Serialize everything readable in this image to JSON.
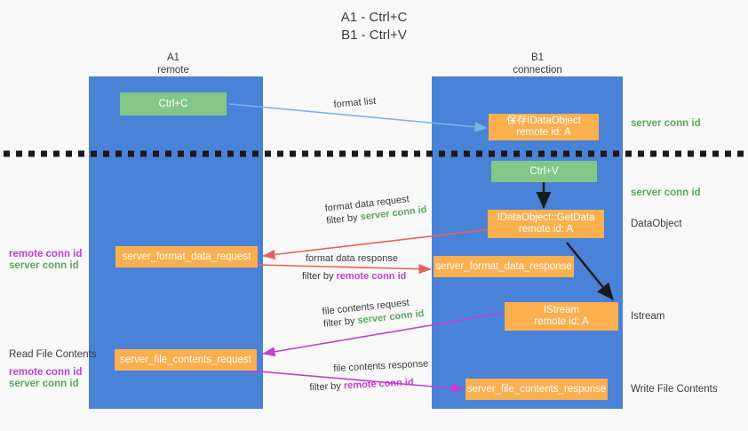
{
  "title": {
    "line1": "A1 - Ctrl+C",
    "line2": "B1 - Ctrl+V"
  },
  "colors": {
    "lane": "#4a82d8",
    "green_box": "#82c785",
    "orange_box": "#fcaf4f",
    "green_text": "#5aa75f",
    "magenta_text": "#c23fd0",
    "blue_arrow": "#7fb2e8",
    "red_arrow": "#e8615c",
    "magenta_arrow": "#c23fd0",
    "black_arrow": "#1a1a1a",
    "background": "#f8f8f8"
  },
  "columns": [
    {
      "name": "A1",
      "sub": "remote"
    },
    {
      "name": "B1",
      "sub": "connection"
    }
  ],
  "nodes": {
    "ctrl_c": {
      "label": "Ctrl+C"
    },
    "save_dataobject": {
      "line1": "保存IDataObject",
      "line2": "remote id: A"
    },
    "ctrl_v": {
      "label": "Ctrl+V"
    },
    "getdata": {
      "line1": "IDataObject::GetData",
      "line2": "remote id: A"
    },
    "istream": {
      "line1": "IStream",
      "line2": "remote id: A"
    },
    "server_format_data_request": {
      "label": "server_format_data_request"
    },
    "server_format_data_response": {
      "label": "server_format_data_response"
    },
    "server_file_contents_request": {
      "label": "server_file_contents_request"
    },
    "server_file_contents_response": {
      "label": "server_file_contents_response"
    }
  },
  "edges": [
    {
      "id": "format-list",
      "caption": "format list"
    },
    {
      "id": "format-data-request",
      "line1": "format data request",
      "line2_prefix": "filter by ",
      "line2_key": "server conn id",
      "key_color": "green"
    },
    {
      "id": "format-data-response",
      "line1": "format data response",
      "line2_prefix": "filter by ",
      "line2_key": "remote conn id",
      "key_color": "magenta"
    },
    {
      "id": "file-contents-request",
      "line1": "file contents request",
      "line2_prefix": "filter by ",
      "line2_key": "server conn id",
      "key_color": "green"
    },
    {
      "id": "file-contents-response",
      "line1": "file contents response",
      "line2_prefix": "filter by ",
      "line2_key": "remote conn id",
      "key_color": "magenta"
    }
  ],
  "right_labels": {
    "server_conn_id_top": "server conn id",
    "server_conn_id_mid": "server conn id",
    "dataobject": "DataObject",
    "istream": "Istream",
    "write_file_contents": "Write File Contents"
  },
  "left_labels": {
    "remote_conn_id_1": "remote conn id",
    "server_conn_id_1": "server conn id",
    "read_file_contents": "Read File Contents",
    "remote_conn_id_2": "remote conn id",
    "server_conn_id_2": "server conn id"
  }
}
